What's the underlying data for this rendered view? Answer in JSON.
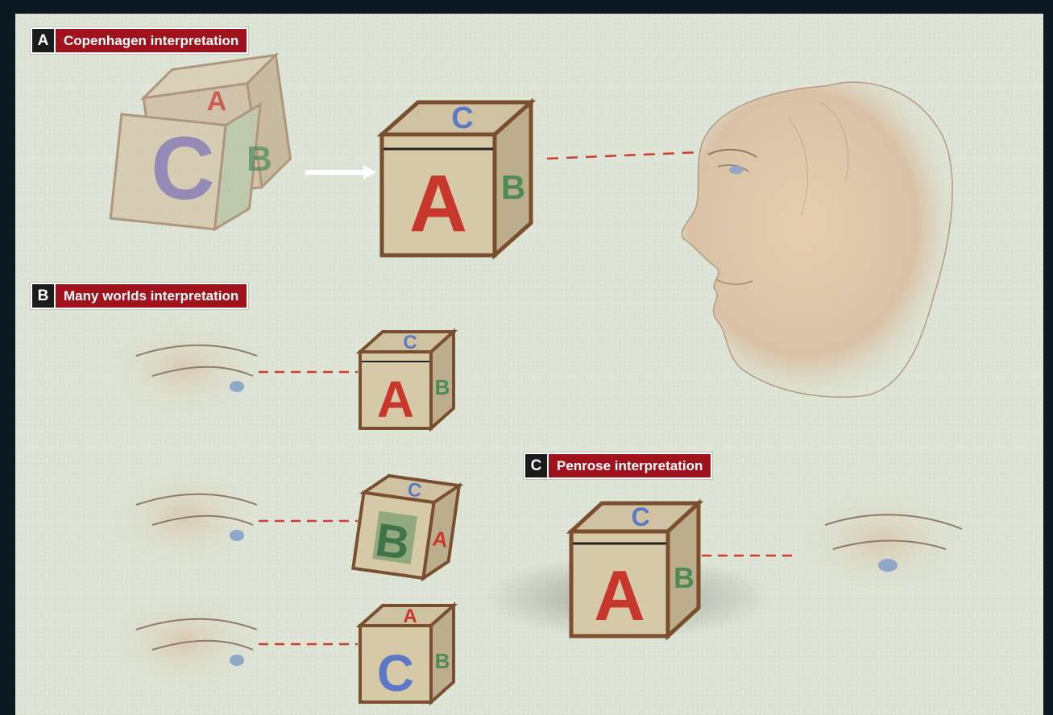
{
  "panels": [
    {
      "letter": "A",
      "title": "Copenhagen interpretation"
    },
    {
      "letter": "B",
      "title": "Many worlds interpretation"
    },
    {
      "letter": "C",
      "title": "Penrose interpretation"
    }
  ],
  "colors": {
    "frame": "#0d1a24",
    "background": "#dde4d6",
    "label_red": "#a0131d",
    "letter_box": "#1b1b1b",
    "dash_line": "#cf3b2c",
    "block_wood": "#8a5a36",
    "block_face": "#d6c9a8",
    "letter_red": "#c8372b",
    "letter_blue": "#5c78c6",
    "letter_green": "#4f8a58"
  },
  "icons": [
    "arrow-right-icon",
    "letter-block-icon",
    "face-profile-icon",
    "eye-icon"
  ],
  "blocks": {
    "copenhagen_superposed": {
      "front": "C",
      "top": "A",
      "side": "B"
    },
    "copenhagen_collapsed": {
      "front": "A",
      "top": "C",
      "side": "B"
    },
    "many_worlds_1": {
      "front": "A",
      "top": "C",
      "side": "B"
    },
    "many_worlds_2": {
      "front": "B",
      "top": "C",
      "side": "A"
    },
    "many_worlds_3": {
      "front": "C",
      "top": "A",
      "side": "B"
    },
    "penrose": {
      "front": "A",
      "top": "C",
      "side": "B"
    }
  }
}
